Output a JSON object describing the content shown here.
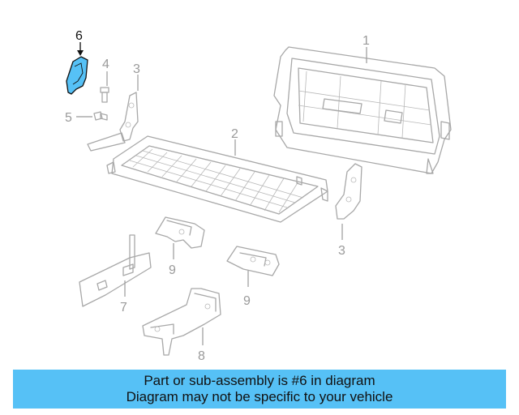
{
  "diagram": {
    "callouts": {
      "c1": "1",
      "c2": "2",
      "c3a": "3",
      "c3b": "3",
      "c4": "4",
      "c5": "5",
      "c6": "6",
      "c7": "7",
      "c8": "8",
      "c9a": "9",
      "c9b": "9"
    },
    "highlight_color": "#56c1f6",
    "highlighted_part": "6"
  },
  "banner": {
    "line1": "Part or sub-assembly is #6 in diagram",
    "line2": "Diagram may not be specific to your vehicle",
    "color": "#56c1f6"
  }
}
